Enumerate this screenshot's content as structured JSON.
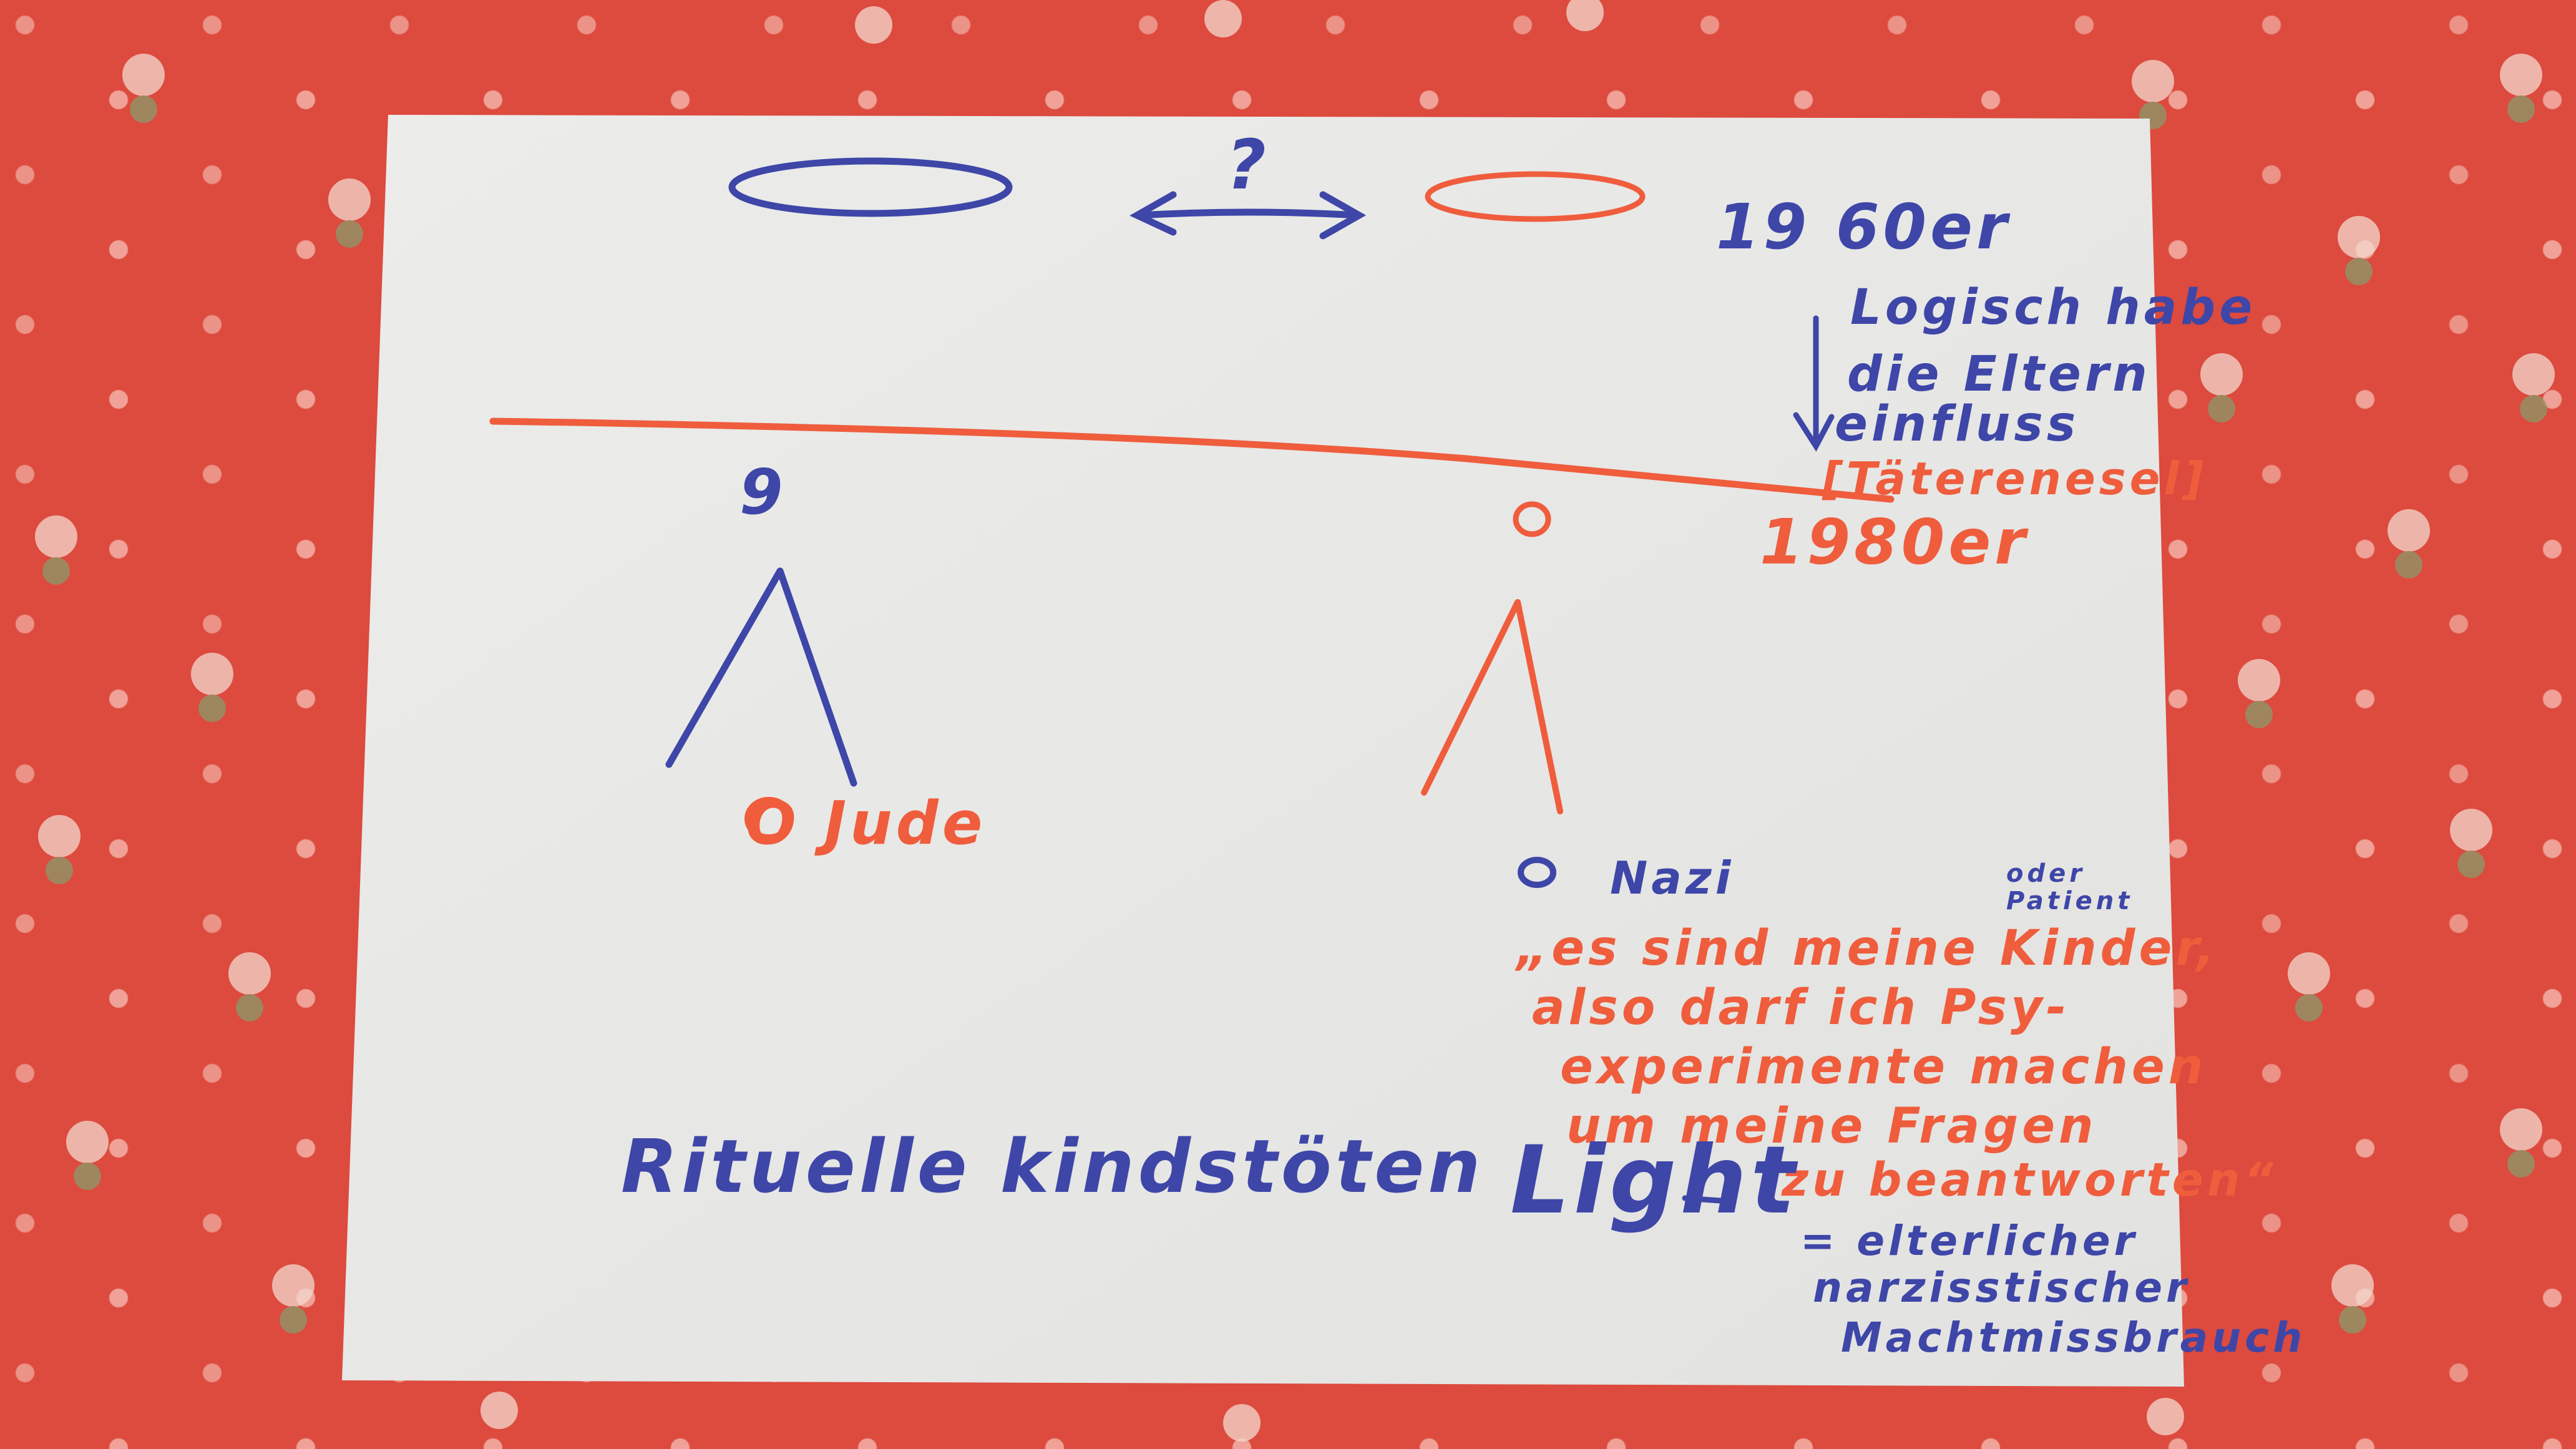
{
  "colors": {
    "blue_ink": "#3e46a8",
    "orange_ink": "#ef5d3d",
    "paper": "#ececea",
    "tablecloth": "#dd4a3e"
  },
  "top": {
    "question_mark": "?",
    "generation_top": "19 60er"
  },
  "side_note": {
    "line1": "Logisch habe",
    "line2": "die Eltern",
    "line3": "einfluss",
    "bracket": "[Täterenesel]"
  },
  "timeline": {
    "generation_bottom": "1980er"
  },
  "left_figure": {
    "head_label": "9",
    "child_label": "O Jude"
  },
  "right_figure": {
    "child_label": "Nazi",
    "aside": "oder Patient"
  },
  "quote": {
    "line1": "„es sind meine Kinder,",
    "line2": "also darf ich Psy-",
    "line3": "experimente machen",
    "line4": "um meine Fragen",
    "line5": "zu beantworten“"
  },
  "bottom": {
    "left_text": "Rituelle kindstöten",
    "light": "Light"
  },
  "footnote": {
    "line1": "= elterlicher",
    "line2": "narzisstischer",
    "line3": "Machtmissbrauch"
  }
}
